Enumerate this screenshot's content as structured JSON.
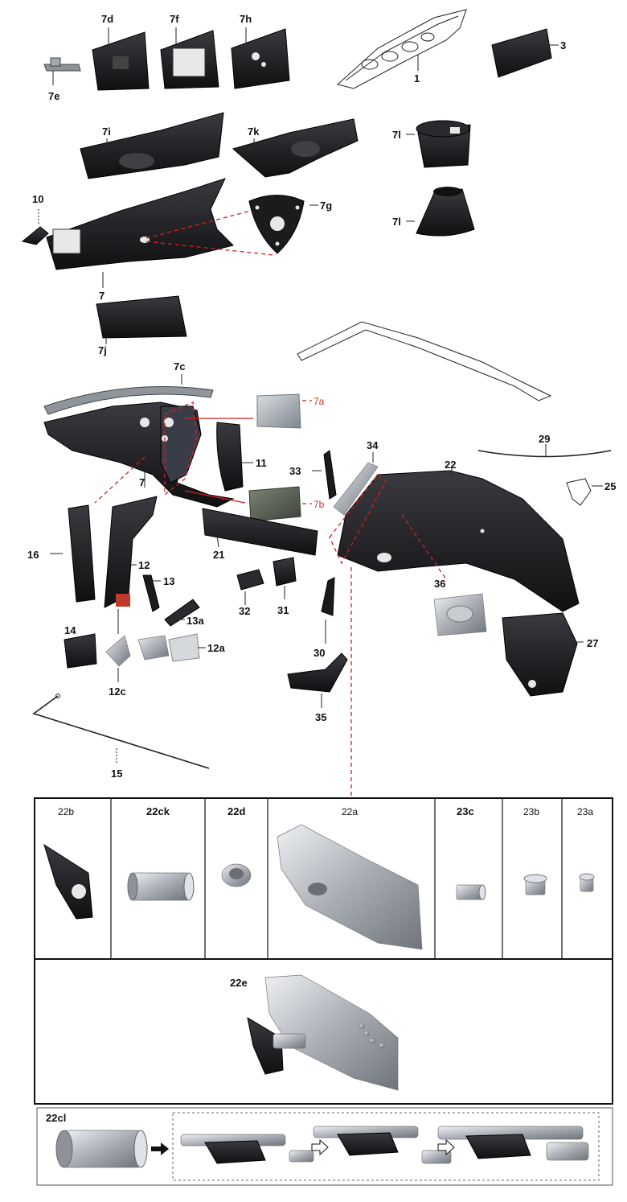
{
  "labels": {
    "p1": "1",
    "p3": "3",
    "p7d": "7d",
    "p7f": "7f",
    "p7h": "7h",
    "p7e": "7e",
    "p7i": "7i",
    "p7k": "7k",
    "p7l_top": "7l",
    "p7l_bottom": "7l",
    "p10": "10",
    "p7g": "7g",
    "p7": "7",
    "p7j": "7j",
    "p7c": "7c",
    "p7a": "7a",
    "p7b": "7b",
    "p7_lower": "7",
    "p11": "11",
    "p16": "16",
    "p12": "12",
    "p13": "13",
    "p13a": "13a",
    "p14": "14",
    "p12a": "12a",
    "p12c": "12c",
    "p21": "21",
    "p32": "32",
    "p31": "31",
    "p33": "33",
    "p34": "34",
    "p22": "22",
    "p29": "29",
    "p25": "25",
    "p36": "36",
    "p27": "27",
    "p30": "30",
    "p35": "35",
    "p15": "15"
  },
  "detail_table": {
    "row1": [
      "22b",
      "22ck",
      "22d",
      "22a",
      "23c",
      "23b",
      "23a"
    ],
    "row2": "22e"
  },
  "bottom_strip": {
    "label": "22cl"
  },
  "colors": {
    "callout_red": "#d42020",
    "part_black": "#1e1e20",
    "silver": "#b8bcc2"
  }
}
